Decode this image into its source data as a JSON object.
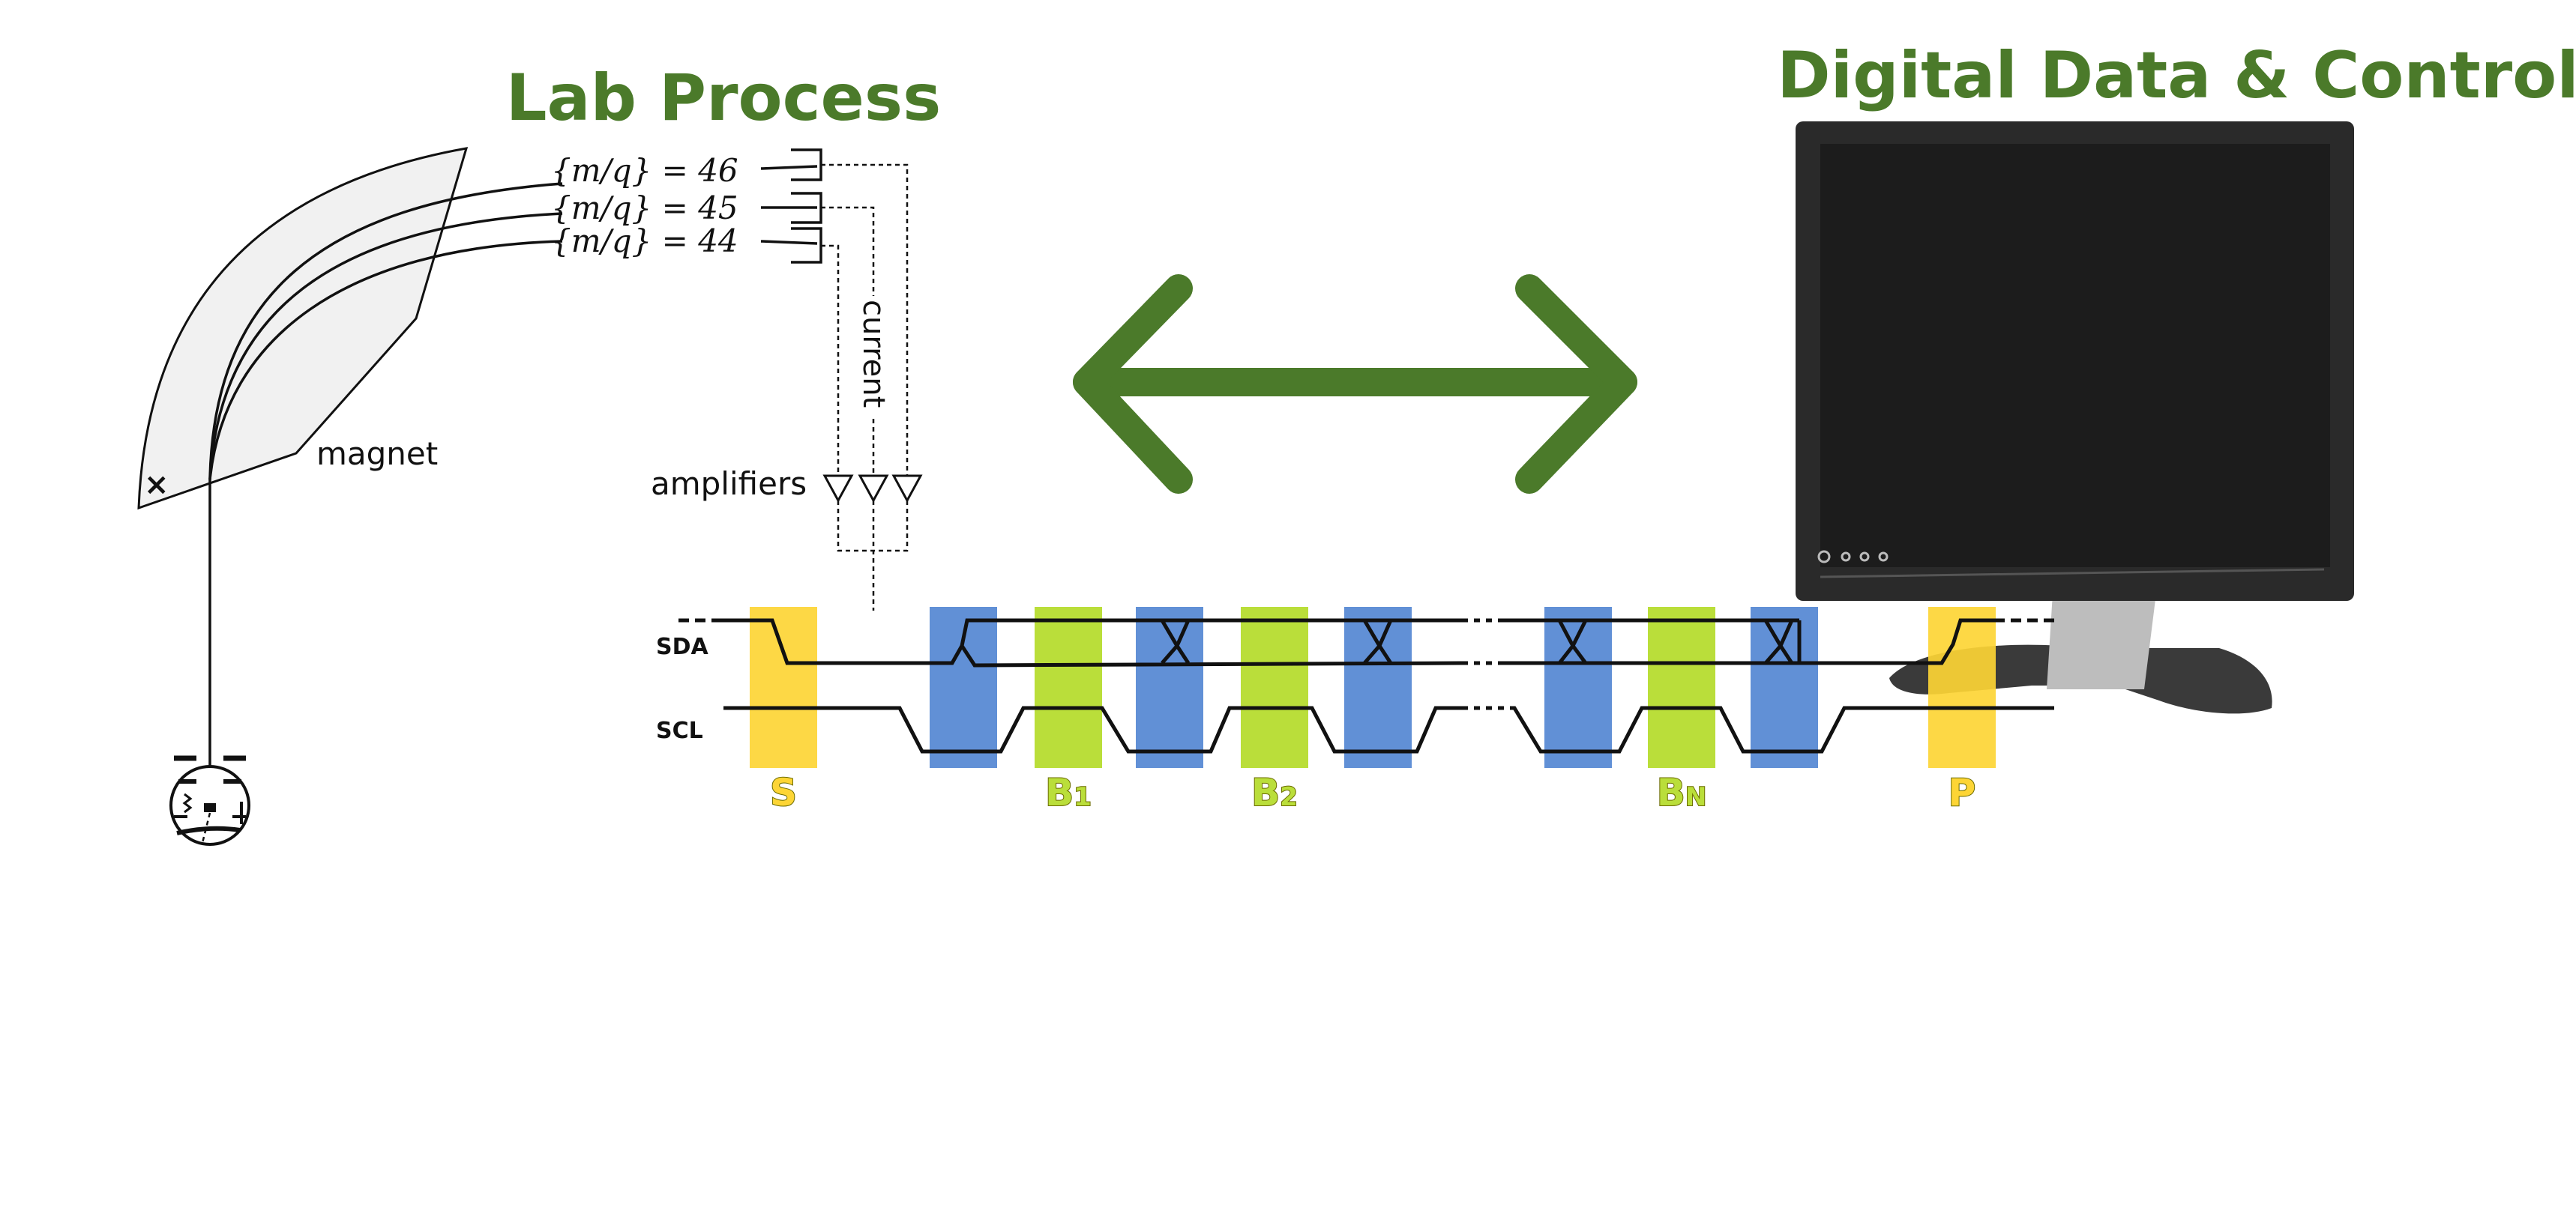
{
  "titles": {
    "lab": "Lab Process",
    "digital": "Digital Data & Control"
  },
  "spectrometer": {
    "mq_lines": [
      "{m/q} = 46",
      "{m/q} = 45",
      "{m/q} = 44"
    ],
    "magnet_label": "magnet",
    "current_label": "current",
    "amplifiers_label": "amplifiers"
  },
  "bus": {
    "sda_label": "SDA",
    "scl_label": "SCL",
    "bands": [
      {
        "label": "S",
        "kind": "yellow",
        "sub": ""
      },
      {
        "label": "",
        "kind": "blue",
        "sub": ""
      },
      {
        "label": "B",
        "kind": "green",
        "sub": "1"
      },
      {
        "label": "",
        "kind": "blue",
        "sub": ""
      },
      {
        "label": "B",
        "kind": "green",
        "sub": "2"
      },
      {
        "label": "",
        "kind": "blue",
        "sub": ""
      },
      {
        "label": "",
        "kind": "blue",
        "sub": ""
      },
      {
        "label": "B",
        "kind": "green",
        "sub": "N"
      },
      {
        "label": "",
        "kind": "blue",
        "sub": ""
      },
      {
        "label": "P",
        "kind": "yellow",
        "sub": ""
      }
    ]
  },
  "colors": {
    "title_green": "#4b7a2a",
    "arrow_green": "#4b7a2a",
    "band_yellow": "#fdd535",
    "band_green": "#bade3a",
    "band_blue": "#6190d6",
    "monitor_body": "#2b2b2b",
    "monitor_screen": "#1b1b1b"
  },
  "icons": {
    "arrow": "double-headed-arrow-icon",
    "monitor": "computer-monitor-icon",
    "ion_source": "ion-source-icon",
    "amplifier": "amplifier-triangle-icon"
  }
}
